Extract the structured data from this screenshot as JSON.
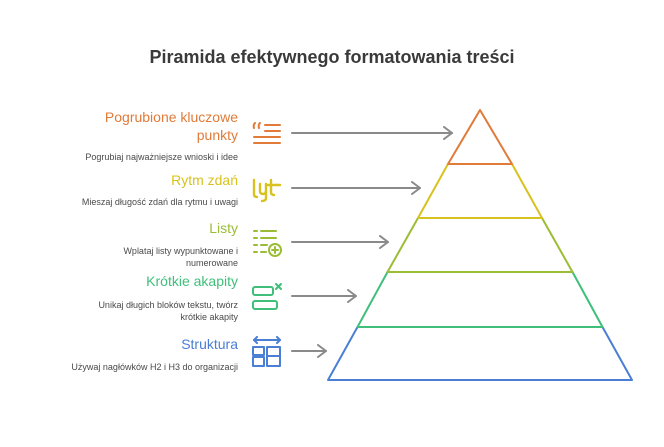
{
  "title": "Piramida efektywnego formatowania treści",
  "levels": [
    {
      "heading_line1": "Pogrubione kluczowe",
      "heading_line2": "punkty",
      "description": "Pogrubiaj najważniejsze wnioski i idee",
      "color": "#e07b39",
      "icon": "quote-list-icon"
    },
    {
      "heading": "Rytm zdań",
      "description_line1": "Mieszaj długość zdań dla rytmu i uwagi",
      "color": "#d8c21f",
      "icon": "rhythm-icon"
    },
    {
      "heading": "Listy",
      "description_line1": "Wplataj listy wypunktowane i",
      "description_line2": "numerowane",
      "color": "#9bbd35",
      "icon": "list-add-icon"
    },
    {
      "heading": "Krótkie akapity",
      "description_line1": "Unikaj długich bloków tekstu, twórz",
      "description_line2": "krótkie akapity",
      "color": "#3fbf7a",
      "icon": "short-paragraph-icon"
    },
    {
      "heading": "Struktura",
      "description_line1": "Używaj nagłówków H2 i H3 do organizacji",
      "color": "#4a7fd4",
      "icon": "layout-icon"
    }
  ]
}
